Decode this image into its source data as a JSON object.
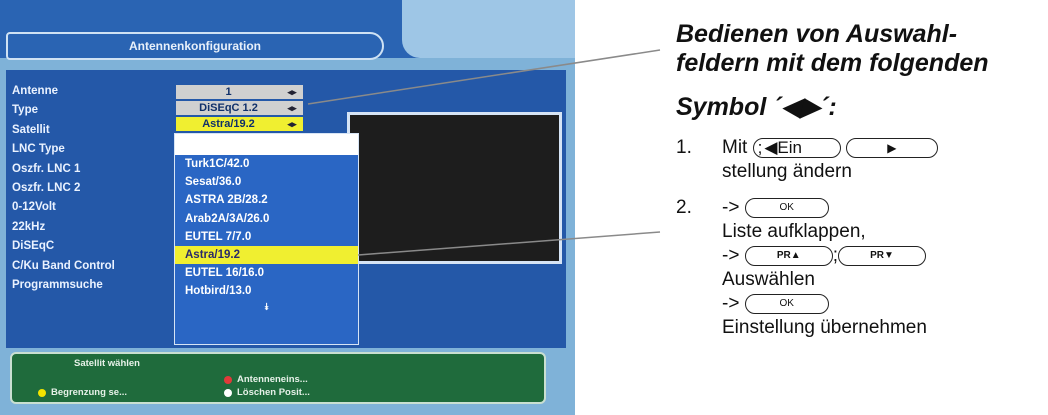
{
  "screen": {
    "title": "Antennenkonfiguration",
    "menu_labels": [
      "Antenne",
      "Type",
      "Satellit",
      "LNC Type",
      "Oszfr. LNC 1",
      "Oszfr. LNC 2",
      "0-12Volt",
      "22kHz",
      "DiSEqC",
      "C/Ku Band Control",
      "Programmsuche"
    ],
    "fields": {
      "antenna": "1",
      "type": "DiSEqC 1.2",
      "satellite": "Astra/19.2"
    },
    "field_arrow": "◂▸",
    "satellite_options": [
      "Turk1C/42.0",
      "Sesat/36.0",
      "ASTRA 2B/28.2",
      "Arab2A/3A/26.0",
      "EUTEL 7/7.0",
      "Astra/19.2",
      "EUTEL 16/16.0",
      "Hotbird/13.0"
    ],
    "selected_option": "Astra/19.2",
    "more_indicator": "⯯",
    "help": {
      "title": "Satellit wählen",
      "red_hint": "Antenneneins...",
      "yellow_hint": "Begrenzung se...",
      "white_hint": "Löschen Posit..."
    },
    "colors": {
      "highlight": "#f0ef30",
      "panel": "#2458a8",
      "help_bar": "#1f6b3c"
    }
  },
  "instructions": {
    "heading_line1": "Bedienen von Auswahl-",
    "heading_line2": "feldern mit dem folgenden",
    "symbol_text": "Symbol ´◀▶´:",
    "step1": {
      "number": "1.",
      "prefix": "Mit",
      "key_left": "◀Ein",
      "sep": ";",
      "key_right": "▶",
      "text": "stellung ändern"
    },
    "step2": {
      "number": "2.",
      "arrow": "->",
      "key_ok": "OK",
      "text1": "Liste aufklappen,",
      "key_pr_up": "PR▲",
      "sep": ";",
      "key_pr_down": "PR▼",
      "text2": "Auswählen",
      "text3": "Einstellung übernehmen"
    }
  }
}
